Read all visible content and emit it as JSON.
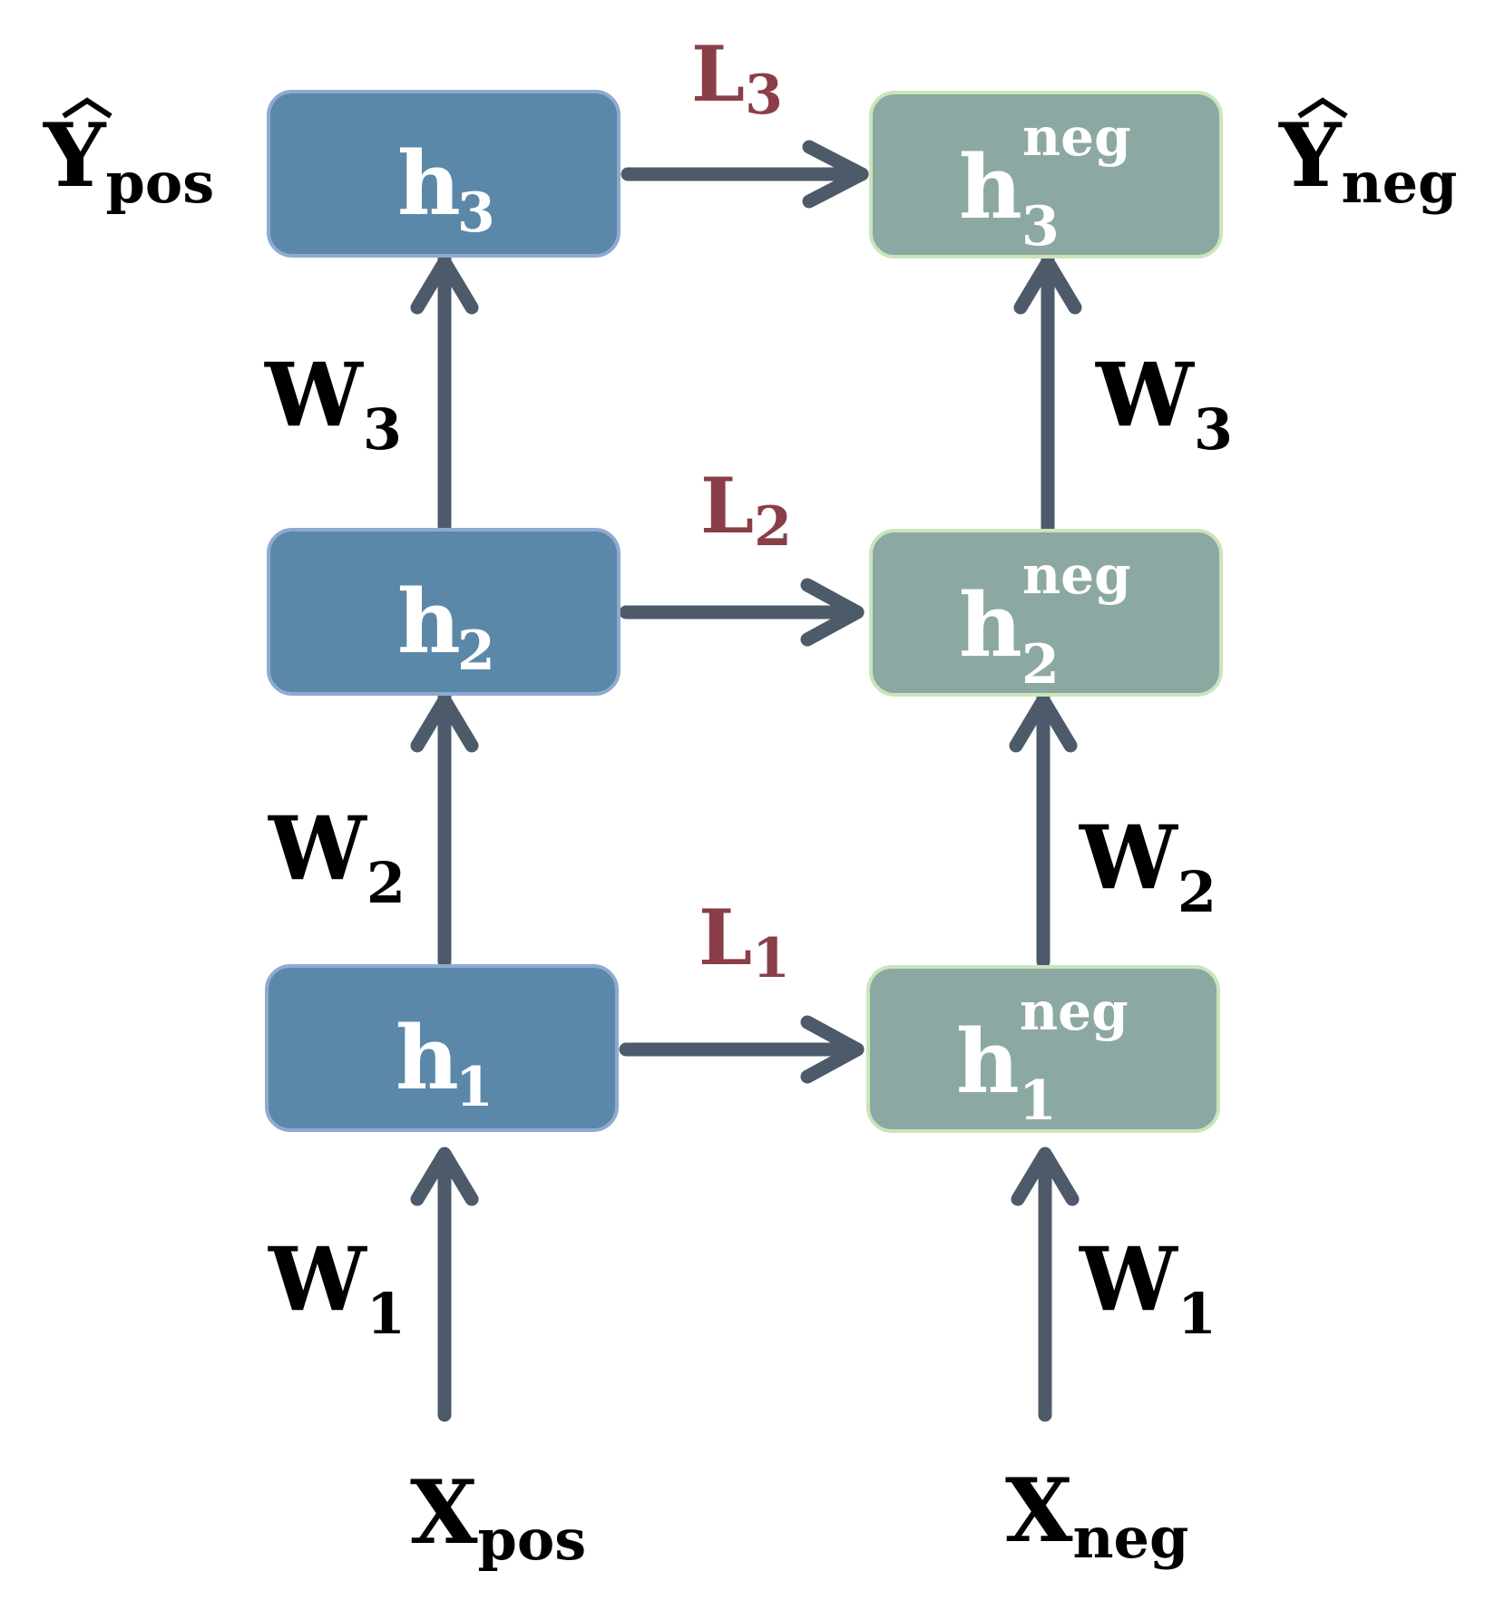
{
  "colors": {
    "arrow": "#4d5a6a",
    "pos_box": "#5b88a8",
    "pos_border": "#8eaad2",
    "neg_box": "#8ca8a2",
    "neg_border": "#cbe5bb",
    "loss_text": "#8a3e48",
    "label_text": "#000000"
  },
  "positive": {
    "h1": {
      "main": "h",
      "sub": "1"
    },
    "h2": {
      "main": "h",
      "sub": "2"
    },
    "h3": {
      "main": "h",
      "sub": "3"
    },
    "input": {
      "main": "X",
      "sub": "pos"
    },
    "output": {
      "main": "Y",
      "sub": "pos",
      "accent": "hat"
    },
    "weights": [
      {
        "main": "W",
        "sub": "1"
      },
      {
        "main": "W",
        "sub": "2"
      },
      {
        "main": "W",
        "sub": "3"
      }
    ]
  },
  "negative": {
    "h1": {
      "main": "h",
      "sub": "1",
      "sup": "neg"
    },
    "h2": {
      "main": "h",
      "sub": "2",
      "sup": "neg"
    },
    "h3": {
      "main": "h",
      "sub": "3",
      "sup": "neg"
    },
    "input": {
      "main": "X",
      "sub": "neg"
    },
    "output": {
      "main": "Y",
      "sub": "neg",
      "accent": "hat"
    },
    "weights": [
      {
        "main": "W",
        "sub": "1"
      },
      {
        "main": "W",
        "sub": "2"
      },
      {
        "main": "W",
        "sub": "3"
      }
    ]
  },
  "losses": [
    {
      "main": "L",
      "sub": "1"
    },
    {
      "main": "L",
      "sub": "2"
    },
    {
      "main": "L",
      "sub": "3"
    }
  ]
}
